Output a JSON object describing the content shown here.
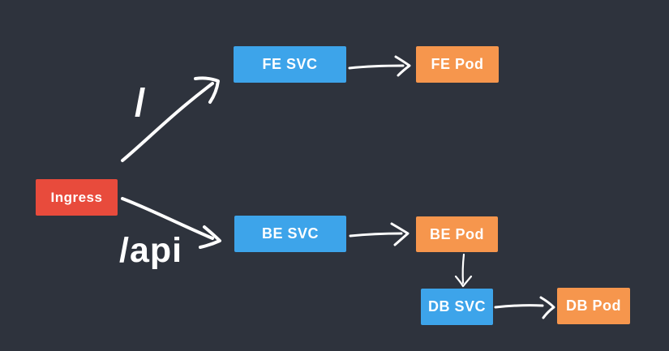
{
  "diagram": {
    "name": "kubernetes-ingress-routing-diagram",
    "background_color": "#2e333d",
    "colors": {
      "ingress_node": "#e84b3c",
      "service_node": "#3da4ea",
      "pod_node": "#f6964d",
      "arrow": "#ffffff",
      "text": "#ffffff"
    },
    "nodes": [
      {
        "id": "ingress",
        "label": "Ingress",
        "type": "ingress"
      },
      {
        "id": "fe-svc",
        "label": "FE SVC",
        "type": "service"
      },
      {
        "id": "fe-pod",
        "label": "FE Pod",
        "type": "pod"
      },
      {
        "id": "be-svc",
        "label": "BE SVC",
        "type": "service"
      },
      {
        "id": "be-pod",
        "label": "BE Pod",
        "type": "pod"
      },
      {
        "id": "db-svc",
        "label": "DB SVC",
        "type": "service"
      },
      {
        "id": "db-pod",
        "label": "DB Pod",
        "type": "pod"
      }
    ],
    "edges": [
      {
        "from": "ingress",
        "to": "fe-svc",
        "label": "/"
      },
      {
        "from": "ingress",
        "to": "be-svc",
        "label": "/api"
      },
      {
        "from": "fe-svc",
        "to": "fe-pod",
        "label": ""
      },
      {
        "from": "be-svc",
        "to": "be-pod",
        "label": ""
      },
      {
        "from": "be-pod",
        "to": "db-svc",
        "label": ""
      },
      {
        "from": "db-svc",
        "to": "db-pod",
        "label": ""
      }
    ]
  }
}
